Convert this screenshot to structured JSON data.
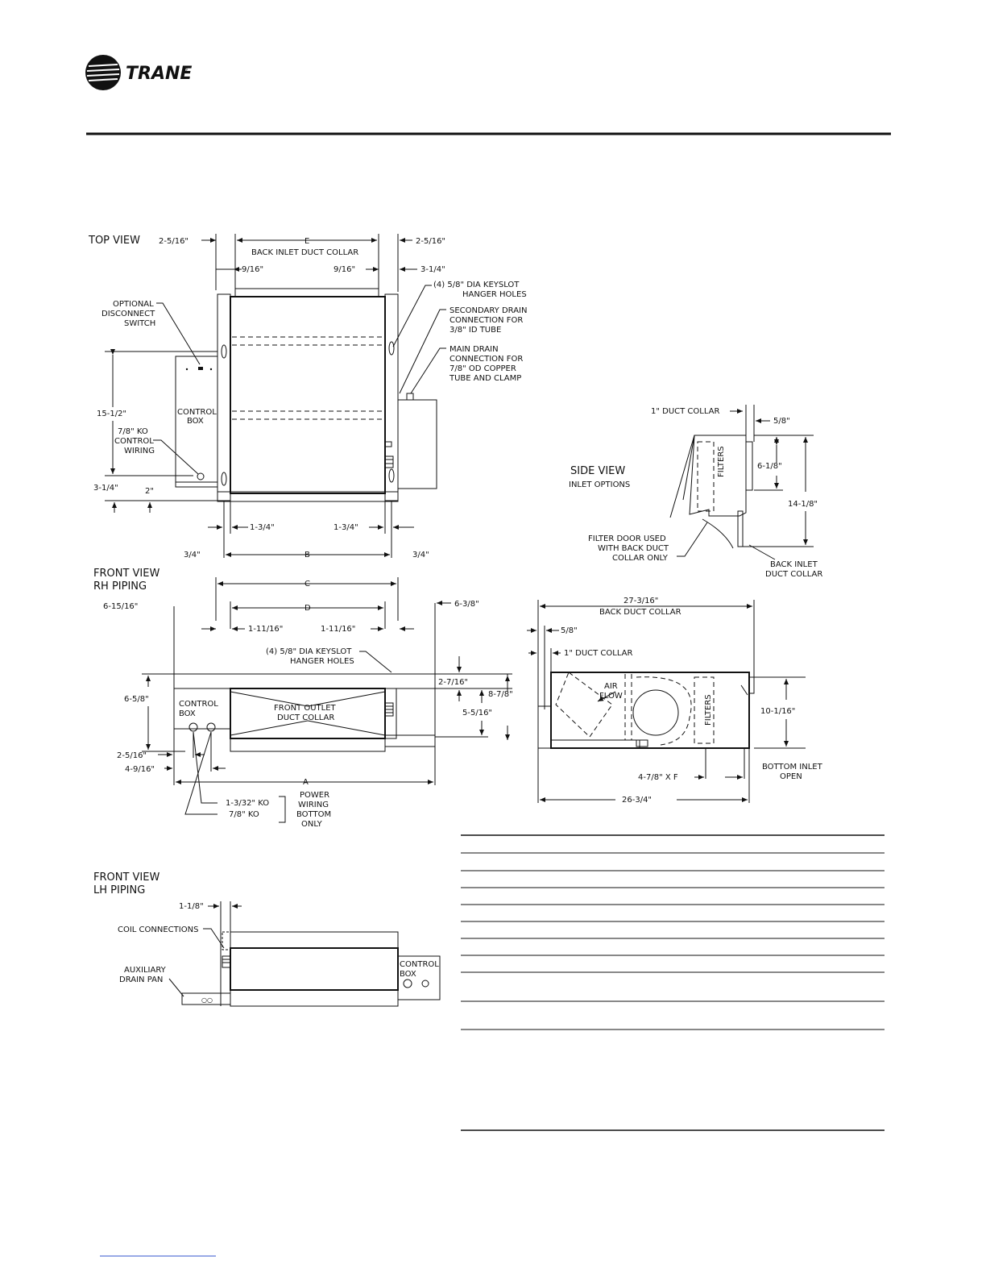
{
  "brand": {
    "name": "TRANE",
    "reg_mark": "®"
  },
  "top_view": {
    "title": "TOP VIEW",
    "dim_left_top": "2-5/16\"",
    "dim_E": "E",
    "back_inlet_collar": "BACK INLET DUCT COLLAR",
    "dim_right_top": "2-5/16\"",
    "dim_9_16_left": "9/16\"",
    "dim_9_16_right": "9/16\"",
    "dim_3_1_4_top": "3-1/4\"",
    "keyslot_1": "(4) 5/8\" DIA KEYSLOT",
    "keyslot_2": "HANGER HOLES",
    "opt_disconnect_1": "OPTIONAL",
    "opt_disconnect_2": "DISCONNECT",
    "opt_disconnect_3": "SWITCH",
    "sec_drain_1": "SECONDARY DRAIN",
    "sec_drain_2": "CONNECTION FOR",
    "sec_drain_3": "3/8\" ID TUBE",
    "main_drain_1": "MAIN DRAIN",
    "main_drain_2": "CONNECTION FOR",
    "main_drain_3": "7/8\" OD COPPER",
    "main_drain_4": "TUBE AND CLAMP",
    "dim_15_1_2": "15-1/2\"",
    "control_box_1": "CONTROL",
    "control_box_2": "BOX",
    "ko_1": "7/8\" KO",
    "ko_2": "CONTROL",
    "ko_3": "WIRING",
    "dim_3_1_4_left": "3-1/4\"",
    "dim_2": "2\"",
    "dim_1_3_4_left": "1-3/4\"",
    "dim_1_3_4_right": "1-3/4\"",
    "dim_3_4_left": "3/4\"",
    "dim_B": "B",
    "dim_3_4_right": "3/4\""
  },
  "side_view_inlet": {
    "title": "SIDE VIEW",
    "subtitle": "INLET OPTIONS",
    "duct_collar_1": "1\" DUCT COLLAR",
    "dim_5_8": "5/8\"",
    "dim_6_1_8": "6-1/8\"",
    "dim_14_1_8": "14-1/8\"",
    "filters": "FILTERS",
    "filter_door_1": "FILTER DOOR USED",
    "filter_door_2": "WITH BACK DUCT",
    "filter_door_3": "COLLAR ONLY",
    "back_inlet_1": "BACK INLET",
    "back_inlet_2": "DUCT COLLAR"
  },
  "front_view_rh": {
    "title_1": "FRONT VIEW",
    "title_2": "RH PIPING",
    "dim_C": "C",
    "dim_D": "D",
    "dim_6_15_16": "6-15/16\"",
    "dim_6_3_8": "6-3/8\"",
    "dim_1_11_16_left": "1-11/16\"",
    "dim_1_11_16_right": "1-11/16\"",
    "keyslot_1": "(4) 5/8\" DIA KEYSLOT",
    "keyslot_2": "HANGER HOLES",
    "dim_2_7_16": "2-7/16\"",
    "dim_8_7_8": "8-7/8\"",
    "dim_6_5_8": "6-5/8\"",
    "dim_5_5_16": "5-5/16\"",
    "control_box_1": "CONTROL",
    "control_box_2": "BOX",
    "outlet_1": "FRONT OUTLET",
    "outlet_2": "DUCT COLLAR",
    "dim_2_5_16": "2-5/16\"",
    "dim_4_9_16": "4-9/16\"",
    "dim_A": "A",
    "ko_1_3_32": "1-3/32\" KO",
    "ko_7_8": "7/8\" KO",
    "power_1": "POWER",
    "power_2": "WIRING",
    "power_3": "BOTTOM",
    "power_4": "ONLY"
  },
  "side_view_main": {
    "dim_27_3_16": "27-3/16\"",
    "back_duct_collar": "BACK DUCT COLLAR",
    "dim_5_8": "5/8\"",
    "duct_collar_1": "1\" DUCT COLLAR",
    "air_1": "AIR",
    "air_2": "FLOW",
    "filters": "FILTERS",
    "dim_10_1_16": "10-1/16\"",
    "dim_4_7_8_F": "4-7/8\" X F",
    "bottom_inlet_1": "BOTTOM INLET",
    "bottom_inlet_2": "OPEN",
    "dim_26_3_4": "26-3/4\""
  },
  "front_view_lh": {
    "title_1": "FRONT VIEW",
    "title_2": "LH PIPING",
    "dim_1_1_8": "1-1/8\"",
    "coil_connections": "COIL CONNECTIONS",
    "aux_drain_1": "AUXILIARY",
    "aux_drain_2": "DRAIN PAN",
    "control_box_1": "CONTROL",
    "control_box_2": "BOX"
  }
}
